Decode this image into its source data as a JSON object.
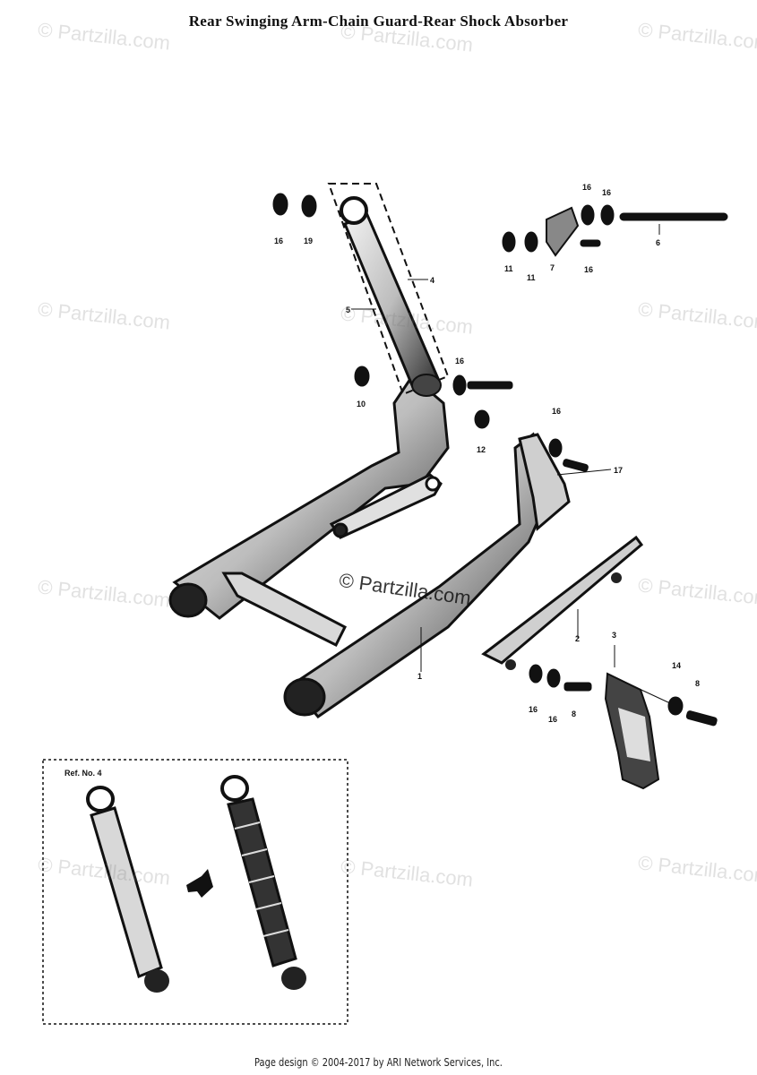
{
  "title": "Rear Swinging Arm-Chain Guard-Rear Shock Absorber",
  "watermark": "© Partzilla.com",
  "footer": "Page design © 2004-2017 by ARI Network Services, Inc.",
  "inset_label": "Ref. No. 4",
  "callouts": {
    "c1": "1",
    "c2": "2",
    "c3": "3",
    "c4": "4",
    "c5": "5",
    "c6": "6",
    "c7": "7",
    "c8a": "8",
    "c8b": "8",
    "c10": "10",
    "c11a": "11",
    "c11b": "11",
    "c12": "12",
    "c14": "14",
    "c16a": "16",
    "c16b": "16",
    "c16c": "16",
    "c16d": "16",
    "c16e": "16",
    "c16f": "16",
    "c16g": "16",
    "c16h": "16",
    "c17": "17",
    "c19": "19"
  }
}
